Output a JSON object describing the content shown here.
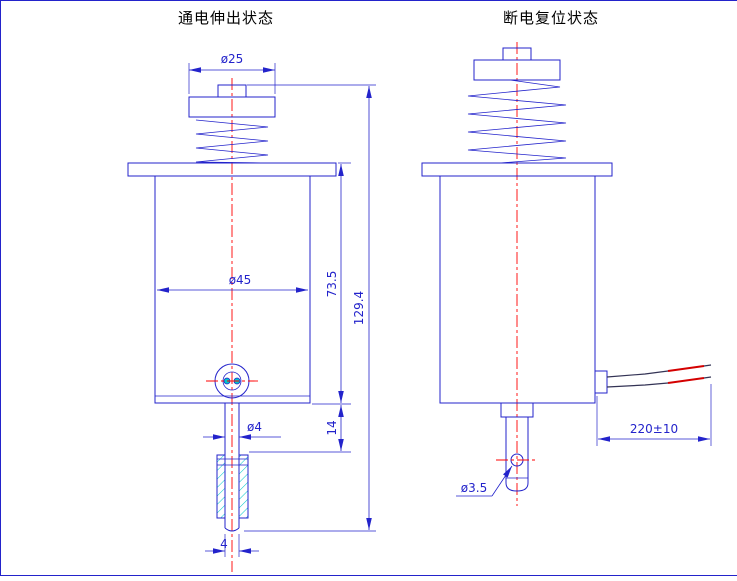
{
  "colors": {
    "line": "#2323cb",
    "centerline": "#ff0000",
    "hatch": "#00c8c8",
    "wire": "#d40000",
    "title": "#000000"
  },
  "left_view": {
    "title": "通电伸出状态",
    "dims": {
      "cap_diameter": "ø25",
      "body_diameter": "ø45",
      "body_height": "73.5",
      "total_height": "129.4",
      "shaft_offset": "14",
      "rod_diameter": "ø4",
      "tip_width": "4"
    }
  },
  "right_view": {
    "title": "断电复位状态",
    "dims": {
      "hole_diameter": "ø3.5",
      "wire_length": "220±10"
    }
  }
}
